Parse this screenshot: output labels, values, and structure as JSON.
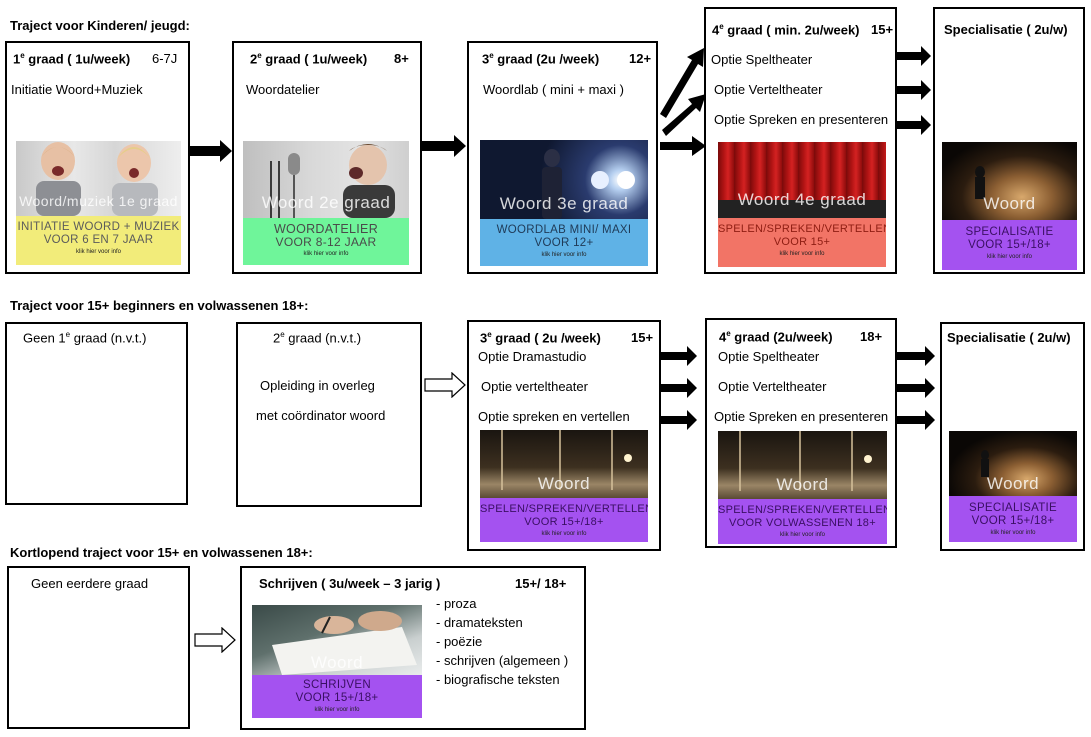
{
  "sections": [
    {
      "title": "Traject voor Kinderen/ jeugd:"
    },
    {
      "title": "Traject voor 15+ beginners en volwassenen 18+:"
    },
    {
      "title": "Kortlopend traject  voor 15+ en volwassenen 18+:"
    }
  ],
  "row1": {
    "g1": {
      "sup": "e",
      "title_pre": "1",
      "title_post": " graad  ( 1u/week)",
      "age": "6-7J",
      "desc": "Initiatie Woord+Muziek",
      "card_label": "Woord/muziek 1e graad",
      "band1": "INITIATIE WOORD + MUZIEK",
      "band2": "VOOR 6 EN 7 JAAR",
      "small": "klik hier voor info"
    },
    "g2": {
      "sup": "e",
      "title_pre": "2",
      "title_post": " graad  ( 1u/week)",
      "age": "8+",
      "desc": "Woordatelier",
      "card_label": "Woord 2e graad",
      "band1": "WOORDATELIER",
      "band2": "VOOR 8-12 JAAR",
      "small": "klik hier voor info"
    },
    "g3": {
      "sup": "e",
      "title_pre": "3",
      "title_post": " graad  (2u /week)",
      "age": "12+",
      "desc": "Woordlab  ( mini + maxi )",
      "card_label": "Woord 3e graad",
      "band1": "WOORDLAB MINI/ MAXI",
      "band2": "VOOR 12+",
      "small": "klik hier voor info"
    },
    "g4": {
      "sup": "e",
      "title_pre": "4",
      "title_post": " graad  ( min. 2u/week)",
      "age": "15+",
      "options": [
        "Optie Speltheater",
        "Optie Verteltheater",
        "Optie Spreken en presenteren"
      ],
      "card_label": "Woord 4e graad",
      "band1": "SPELEN/SPREKEN/VERTELLEN",
      "band2": "VOOR 15+",
      "small": "klik hier voor info"
    },
    "spec": {
      "title": "Specialisatie ( 2u/w)",
      "card_label": "Woord",
      "band1": "SPECIALISATIE",
      "band2": "VOOR 15+/18+",
      "small": "klik hier voor info"
    }
  },
  "row2": {
    "g1": {
      "sup": "e",
      "title_pre": "Geen 1",
      "title_post": " graad  (n.v.t.)"
    },
    "g2": {
      "sup": "e",
      "title_pre": "2",
      "title_post": " graad  (n.v.t.)",
      "line1": "Opleiding in overleg",
      "line2": "met coördinator woord"
    },
    "g3": {
      "sup": "e",
      "title_pre": "3",
      "title_post": " graad  ( 2u /week)",
      "age": "15+",
      "options": [
        "Optie Dramastudio",
        "Optie verteltheater",
        "Optie spreken en vertellen"
      ],
      "card_label": "Woord",
      "band1": "SPELEN/SPREKEN/VERTELLEN",
      "band2": "VOOR 15+/18+",
      "small": "klik hier voor info"
    },
    "g4": {
      "sup": "e",
      "title_pre": "4",
      "title_post": " graad  (2u/week)",
      "age": "18+",
      "options": [
        "Optie Speltheater",
        "Optie Verteltheater",
        "Optie Spreken en presenteren"
      ],
      "card_label": "Woord",
      "band1": "SPELEN/SPREKEN/VERTELLEN",
      "band2": "VOOR VOLWASSENEN 18+",
      "small": "klik hier voor info"
    },
    "spec": {
      "title": "Specialisatie ( 2u/w)",
      "card_label": "Woord",
      "band1": "SPECIALISATIE",
      "band2": "VOOR 15+/18+",
      "small": "klik hier voor info"
    }
  },
  "row3": {
    "g0": {
      "title": "Geen eerdere graad"
    },
    "write": {
      "title": "Schrijven  ( 3u/week – 3 jarig )",
      "age": "15+/ 18+",
      "items": [
        "- proza",
        "- dramateksten",
        "- poëzie",
        "- schrijven (algemeen )",
        "- biografische teksten"
      ],
      "card_label": "Woord",
      "band1": "SCHRIJVEN",
      "band2": "VOOR 15+/18+",
      "small": "klik hier voor info"
    }
  },
  "colors": {
    "yellow": "#f2ec7a",
    "green": "#6ff59a",
    "blue": "#5fb2e6",
    "red": "#f27466",
    "purple": "#a452f0"
  }
}
